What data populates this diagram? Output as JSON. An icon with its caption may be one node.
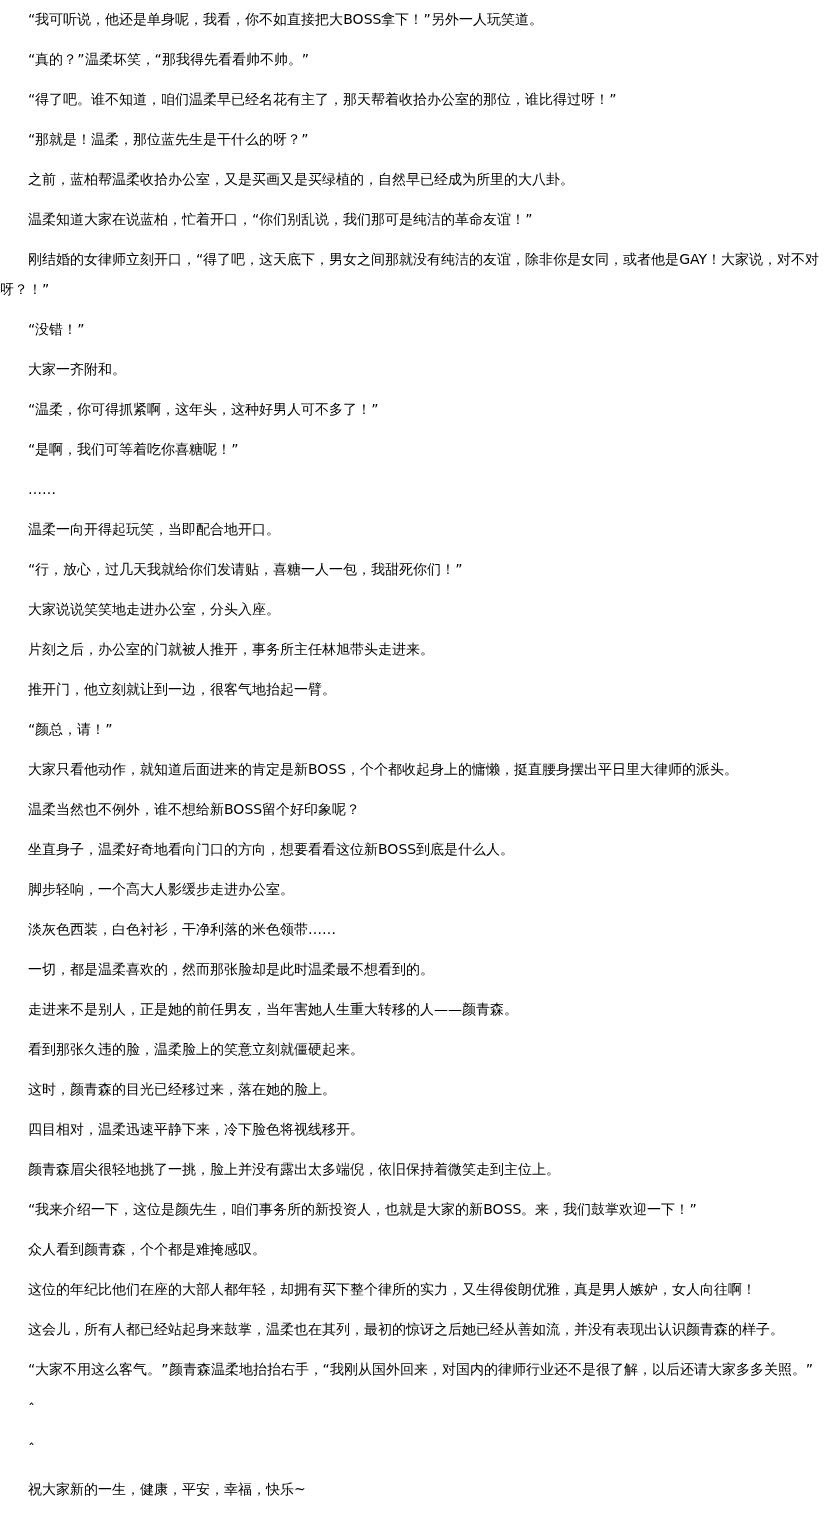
{
  "diagram": {
    "labels": [
      "“我可听说，他还是单身呢，我看，你不如直接把大BOSS拿下！”另外一人玩笑道。",
      "“真的？”温柔坏笑，“那我得先看看帅不帅。”",
      "“得了吧。谁不知道，咱们温柔早已经名花有主了，那天帮着收拾办公室的那位，谁比得过呀！”",
      "“那就是！温柔，那位蓝先生是干什么的呀？”",
      "之前，蓝柏帮温柔收拾办公室，又是买画又是买绿植的，自然早已经成为所里的大八卦。",
      "温柔知道大家在说蓝柏，忙着开口，“你们别乱说，我们那可是纯洁的革命友谊！”",
      "刚结婚的女律师立刻开口，“得了吧，这天底下，男女之间那就没有纯洁的友谊，除非你是女同，或者他是GAY！大家说，对不对呀？！”",
      "“没错！”",
      "大家一齐附和。",
      "“温柔，你可得抓紧啊，这年头，这种好男人可不多了！”",
      "“是啊，我们可等着吃你喜糖呢！”",
      "……",
      "温柔一向开得起玩笑，当即配合地开口。",
      "“行，放心，过几天我就给你们发请贴，喜糖一人一包，我甜死你们！”",
      "大家说说笑笑地走进办公室，分头入座。",
      "片刻之后，办公室的门就被人推开，事务所主任林旭带头走进来。",
      "推开门，他立刻就让到一边，很客气地抬起一臂。",
      "“颜总，请！”",
      "大家只看他动作，就知道后面进来的肯定是新BOSS，个个都收起身上的慵懒，挺直腰身摆出平日里大律师的派头。",
      "温柔当然也不例外，谁不想给新BOSS留个好印象呢？",
      "坐直身子，温柔好奇地看向门口的方向，想要看看这位新BOSS到底是什么人。",
      "脚步轻响，一个高大人影缓步走进办公室。",
      "淡灰色西装，白色衬衫，干净利落的米色领带……",
      "一切，都是温柔喜欢的，然而那张脸却是此时温柔最不想看到的。",
      "走进来不是别人，正是她的前任男友，当年害她人生重大转移的人——颜青森。",
      "看到那张久违的脸，温柔脸上的笑意立刻就僵硬起来。",
      "这时，颜青森的目光已经移过来，落在她的脸上。",
      "四目相对，温柔迅速平静下来，冷下脸色将视线移开。",
      "颜青森眉尖很轻地挑了一挑，脸上并没有露出太多端倪，依旧保持着微笑走到主位上。",
      "“我来介绍一下，这位是颜先生，咱们事务所的新投资人，也就是大家的新BOSS。来，我们鼓掌欢迎一下！”",
      "众人看到颜青森，个个都是难掩感叹。",
      "这位的年纪比他们在座的大部人都年轻，却拥有买下整个律所的实力，又生得俊朗优雅，真是男人嫉妒，女人向往啊！",
      "这会儿，所有人都已经站起身来鼓掌，温柔也在其列，最初的惊讶之后她已经从善如流，并没有表现出认识颜青森的样子。",
      "“大家不用这么客气。”颜青森温柔地抬抬右手，“我刚从国外回来，对国内的律师行业还不是很了解，以后还请大家多多关照。”",
      "ˆ",
      "ˆ",
      "祝大家新的一生，健康，平安，幸福，快乐~"
    ]
  }
}
